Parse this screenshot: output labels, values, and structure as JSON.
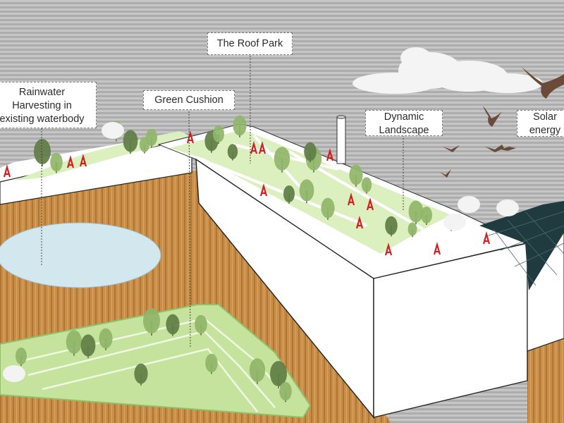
{
  "labels": {
    "rainwater": {
      "line1": "Rainwater",
      "line2": "Harvesting in",
      "line3": "existing waterbody"
    },
    "green_cushion": "Green Cushion",
    "roof_park": "The Roof Park",
    "dynamic_landscape": {
      "line1": "Dynamic",
      "line2": "Landscape"
    },
    "solar_energy": {
      "line1": "Solar",
      "line2": "energy"
    }
  },
  "colors": {
    "sky_stripe_light": "#c4c4c4",
    "sky_stripe_dark": "#ababab",
    "wood": "#c9904a",
    "wood_grain": "#a8702f",
    "building_wall": "#ffffff",
    "green_roof": "#d9edb5",
    "green_cushion": "#c8e6a0",
    "water": "#d3e7ef",
    "tree_green": "#8fb569",
    "tree_dark": "#5f7d45",
    "bird": "#6b4a3a",
    "solar_panel": "#1f3b40",
    "red_marker": "#d11f1f"
  }
}
